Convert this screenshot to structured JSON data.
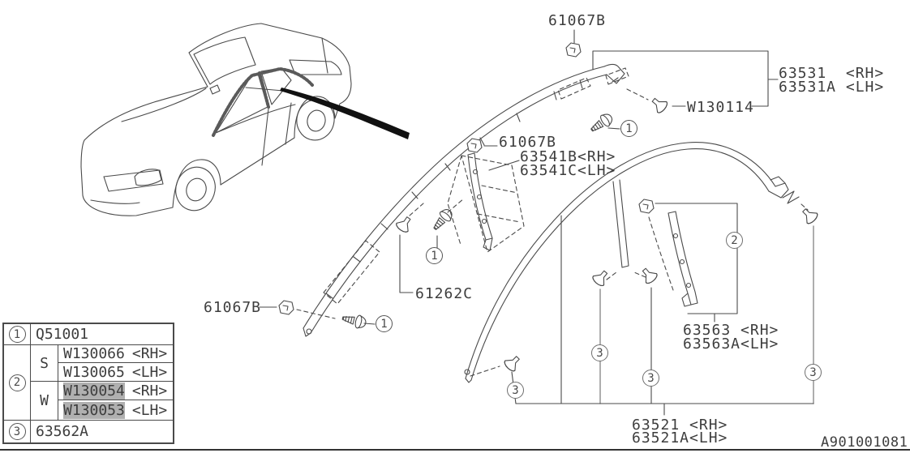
{
  "diagram_id": "A901001081",
  "callouts": {
    "c1": "1",
    "c2": "2",
    "c3": "3"
  },
  "labels": {
    "clip_61067b": "61067B",
    "roof_molding_rh": "63531  <RH>",
    "roof_molding_lh": "63531A <LH>",
    "clip_w130114": "W130114",
    "corner_piece_rh": "63541B<RH>",
    "corner_piece_lh": "63541C<LH>",
    "tape_61262c": "61262C",
    "sash_rh": "63563 <RH>",
    "sash_lh": "63563A<LH>",
    "weatherstrip_rh": "63521 <RH>",
    "weatherstrip_lh": "63521A<LH>"
  },
  "table": {
    "rows": [
      {
        "callout": "1",
        "part": "Q51001"
      },
      {
        "callout": "2",
        "groups": [
          {
            "key": "S",
            "parts": [
              {
                "code": "W130066",
                "side": "<RH>",
                "highlighted": false
              },
              {
                "code": "W130065",
                "side": "<LH>",
                "highlighted": false
              }
            ]
          },
          {
            "key": "W",
            "parts": [
              {
                "code": "W130054",
                "side": "<RH>",
                "highlighted": true
              },
              {
                "code": "W130053",
                "side": "<LH>",
                "highlighted": true
              }
            ]
          }
        ]
      },
      {
        "callout": "3",
        "part": "63562A"
      }
    ]
  },
  "colors": {
    "line": "#4a4a4a",
    "gray_line": "#949494",
    "highlight": "#b0b0b0",
    "arrow": "#111111",
    "background": "#ffffff",
    "text": "#3d3d3d"
  }
}
